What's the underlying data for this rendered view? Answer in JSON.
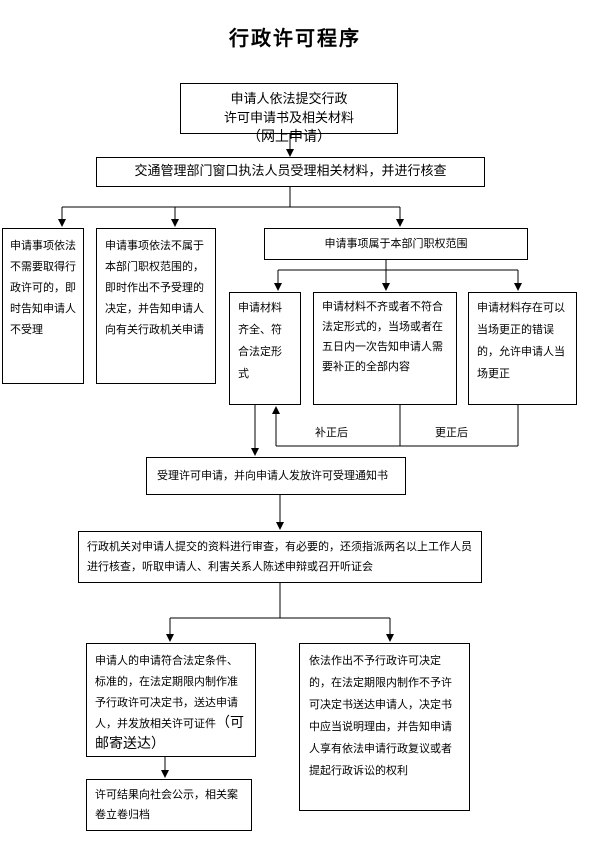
{
  "title": "行政许可程序",
  "nodes": {
    "submit_line1": "申请人依法提交行政",
    "submit_line2a": "许可申请书及相关材料",
    "submit_line2b": "（网上申请）",
    "review_window": "交通管理部门窗口执法人员受理相关材料，并进行核查",
    "no_permit_needed": "申请事项依法不需要取得行政许可的，即时告知申请人不受理",
    "not_in_scope": "申请事项依法不属于本部门职权范围的，即时作出不予受理的决定，并告知申请人向有关行政机关申请",
    "in_scope": "申请事项属于本部门职权范围",
    "complete": "申请材料齐全、符合法定形式",
    "incomplete": "申请材料不齐或者不符合法定形式的，当场或者在五日内一次告知申请人需要补正的全部内容",
    "fixable": "申请材料存在可以当场更正的错误的，允许申请人当场更正",
    "accept": "受理许可申请，并向申请人发放许可受理通知书",
    "examine": "行政机关对申请人提交的资料进行审查，有必要的，还须指派两名以上工作人员进行核查，听取申请人、利害关系人陈述申辩或召开听证会",
    "approve_text": "申请人的申请符合法定条件、标准的，在法定期限内制作准予行政许可决定书，送达申请人，并发放相关许可证件",
    "approve_mail": "（可邮寄送达）",
    "deny": "依法作出不予行政许可决定的，在法定期限内制作不予许可决定书送达申请人，决定书中应当说明理由，并告知申请人享有依法申请行政复议或者提起行政诉讼的权利",
    "publish": "许可结果向社会公示，相关案卷立卷归档"
  },
  "edge_labels": {
    "after_supplement": "补正后",
    "after_correction": "更正后"
  }
}
